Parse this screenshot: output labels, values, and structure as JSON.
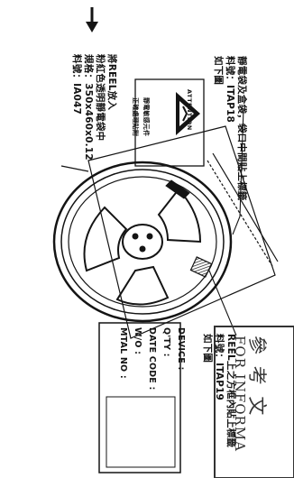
{
  "notes": {
    "top_right": [
      "靜電袋及盒袋，袋口中間貼上標籤",
      "料號：ITAP18",
      "如下圖"
    ],
    "left": [
      "將REEL放入",
      "粉紅色透明靜電袋中",
      "規格：350x460x0.12",
      "料號：IA047"
    ],
    "reel_label": [
      "REEL上之方框內貼上標籤",
      "料號：ITAP19",
      "如下圖"
    ]
  },
  "attention_label": {
    "title": "ATTENTION",
    "lines": [
      "靜電敏感元件",
      "正確處理貼附"
    ]
  },
  "product_label": {
    "fields": [
      "DEVICE",
      "Q'TY",
      "DATE CODE",
      "W/O",
      "MTAL NO"
    ],
    "separator": ":"
  },
  "stamp": {
    "text": "參 考 文",
    "english": "FOR INFORMA"
  },
  "colors": {
    "ink": "#141414",
    "paper": "#ffffff"
  }
}
